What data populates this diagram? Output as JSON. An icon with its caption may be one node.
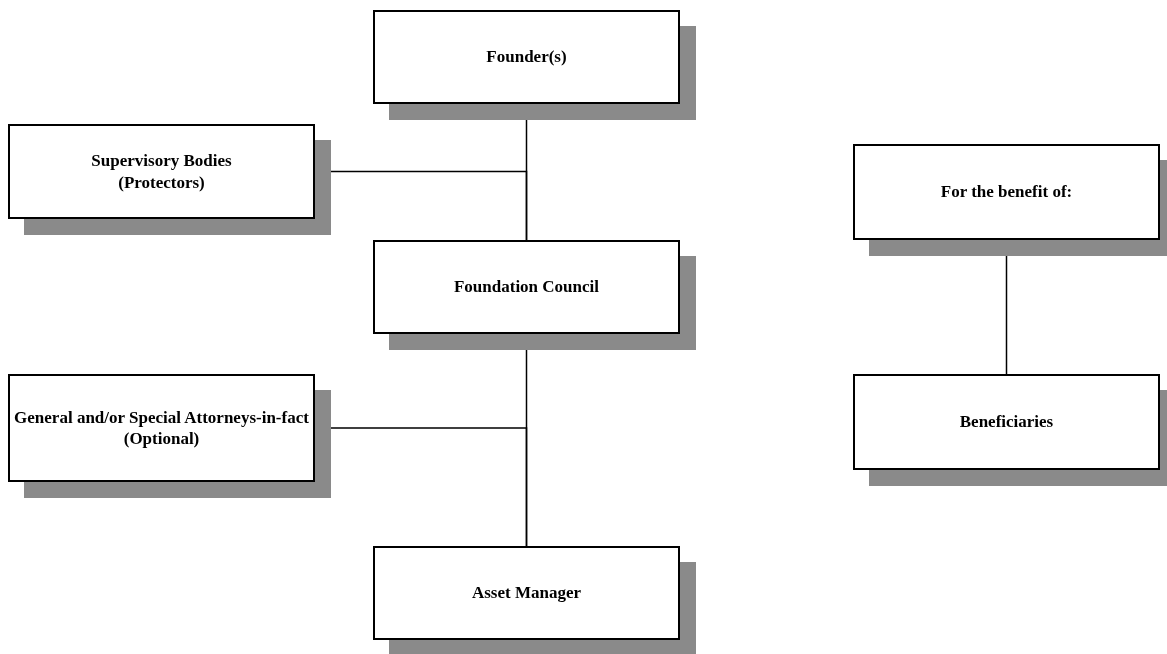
{
  "diagram": {
    "nodes": [
      {
        "text": [
          "Founder(s)"
        ]
      },
      {
        "text": [
          "Supervisory Bodies",
          "(Protectors)"
        ]
      },
      {
        "text": [
          "Foundation Council"
        ]
      },
      {
        "text": [
          "General and/or Special Attorneys-in-fact",
          "(Optional)"
        ]
      },
      {
        "text": [
          "Asset Manager"
        ]
      },
      {
        "text": [
          "For the benefit of:"
        ]
      },
      {
        "text": [
          "Beneficiaries"
        ]
      }
    ],
    "edges": [
      {
        "from": 0,
        "to": 2,
        "arrow": "none"
      },
      {
        "from": 1,
        "to": 2,
        "arrow": "none"
      },
      {
        "from": 2,
        "to": 4,
        "arrow": "none"
      },
      {
        "from": 3,
        "to": 4,
        "arrow": "none"
      },
      {
        "from": 5,
        "to": 6,
        "arrow": "none"
      }
    ]
  }
}
